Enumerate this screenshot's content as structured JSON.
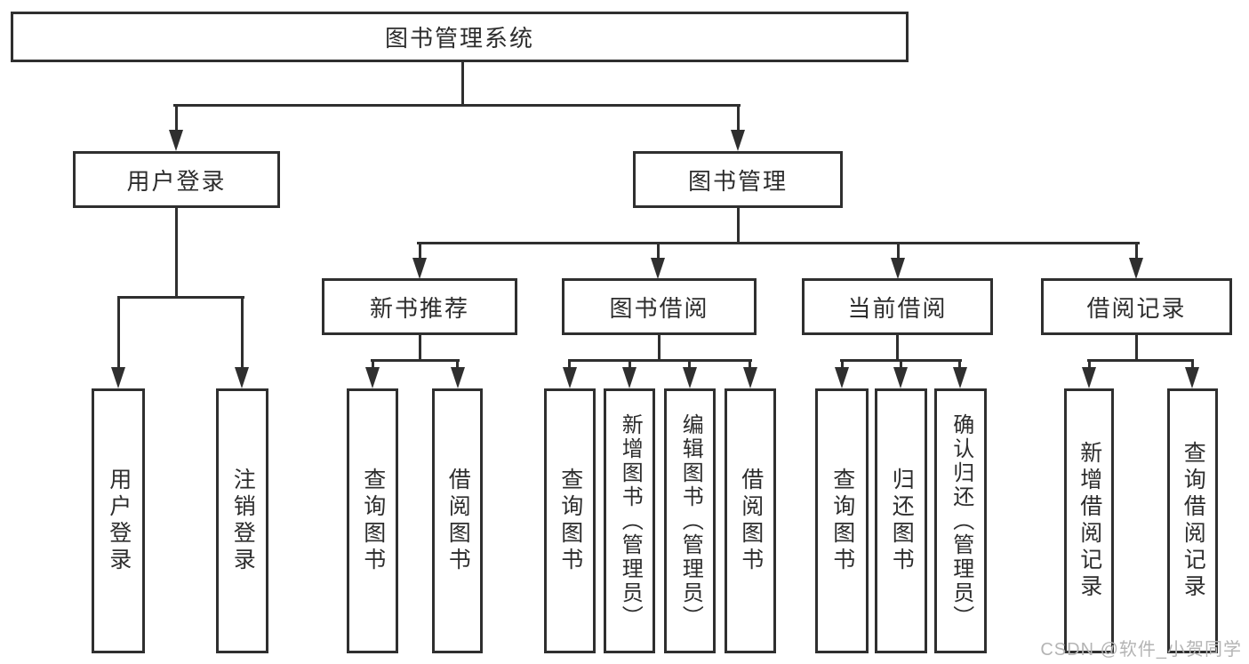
{
  "theme": {
    "bg-color": "#ffffff",
    "line-color": "#2f2f2f",
    "text-color": "#2d2d2d",
    "watermark-color": "#b4b4b4"
  },
  "watermark": {
    "text": "CSDN @软件_小贺同学"
  },
  "tree": {
    "root": {
      "label": "图书管理系统"
    },
    "children": [
      {
        "label": "用户登录",
        "children": [
          {
            "label": "用户登录"
          },
          {
            "label": "注销登录"
          }
        ]
      },
      {
        "label": "图书管理",
        "children": [
          {
            "label": "新书推荐",
            "children": [
              {
                "label": "查询图书"
              },
              {
                "label": "借阅图书"
              }
            ]
          },
          {
            "label": "图书借阅",
            "children": [
              {
                "label": "查询图书"
              },
              {
                "label": "新增图书（管理员）"
              },
              {
                "label": "编辑图书（管理员）"
              },
              {
                "label": "借阅图书"
              }
            ]
          },
          {
            "label": "当前借阅",
            "children": [
              {
                "label": "查询图书"
              },
              {
                "label": "归还图书"
              },
              {
                "label": "确认归还（管理员）"
              }
            ]
          },
          {
            "label": "借阅记录",
            "children": [
              {
                "label": "新增借阅记录"
              },
              {
                "label": "查询借阅记录"
              }
            ]
          }
        ]
      }
    ]
  }
}
